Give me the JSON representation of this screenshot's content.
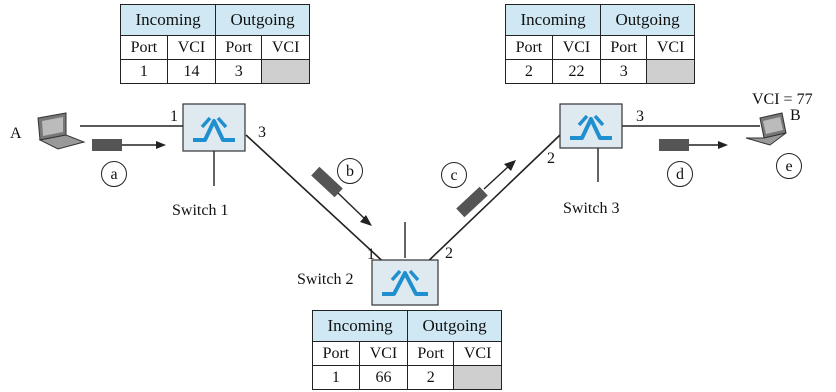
{
  "tables": [
    {
      "id": "switch1",
      "header": {
        "incoming": "Incoming",
        "outgoing": "Outgoing"
      },
      "columns": [
        "Port",
        "VCI",
        "Port",
        "VCI"
      ],
      "row": [
        "1",
        "14",
        "3",
        ""
      ]
    },
    {
      "id": "switch3",
      "header": {
        "incoming": "Incoming",
        "outgoing": "Outgoing"
      },
      "columns": [
        "Port",
        "VCI",
        "Port",
        "VCI"
      ],
      "row": [
        "2",
        "22",
        "3",
        ""
      ]
    },
    {
      "id": "switch2",
      "header": {
        "incoming": "Incoming",
        "outgoing": "Outgoing"
      },
      "columns": [
        "Port",
        "VCI",
        "Port",
        "VCI"
      ],
      "row": [
        "1",
        "66",
        "2",
        ""
      ]
    }
  ],
  "switches": {
    "s1": {
      "label": "Switch 1",
      "port_in": "1",
      "port_out": "3"
    },
    "s2": {
      "label": "Switch 2",
      "port_in": "1",
      "port_out": "2"
    },
    "s3": {
      "label": "Switch 3",
      "port_in": "2",
      "port_out": "3"
    }
  },
  "hosts": {
    "a": "A",
    "b": "B"
  },
  "vci_label": "VCI = 77",
  "step_labels": {
    "a": "a",
    "b": "b",
    "c": "c",
    "d": "d",
    "e": "e"
  },
  "colors": {
    "table_header": "#cfe8f3",
    "switch_body": "#dfeaf0",
    "switch_symbol": "#1f8fd0",
    "frame": "#555555",
    "empty_cell": "#cfcfcf"
  }
}
